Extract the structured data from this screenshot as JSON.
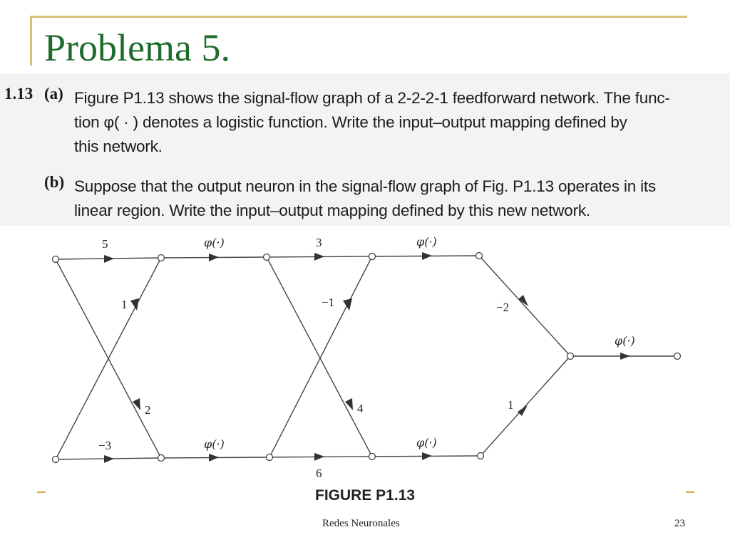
{
  "slide": {
    "title": "Problema 5.",
    "footer_left": "Redes Neuronales",
    "page_number": "23"
  },
  "problem": {
    "number": "1.13",
    "part_a_marker": "(a)",
    "part_a_lines": [
      "Figure P1.13 shows the signal-flow graph of a 2-2-2-1 feedforward network. The func-",
      "tion φ( · ) denotes a logistic function. Write the input–output mapping defined by",
      "this network."
    ],
    "part_b_marker": "(b)",
    "part_b_lines": [
      "Suppose that the output neuron in the signal-flow graph of Fig. P1.13 operates in its",
      "linear region. Write the input–output mapping defined by this new network."
    ]
  },
  "figure": {
    "caption": "FIGURE P1.13",
    "weights": {
      "w_in1_h1": "5",
      "w_in2_h1": "1",
      "w_in1_h2": "2",
      "w_in2_h2": "−3",
      "w_h1_h3": "3",
      "w_h2_h3": "−1",
      "w_h1_h4": "4",
      "w_h2_h4": "6",
      "w_h3_out": "−2",
      "w_h4_out": "1"
    },
    "activation_label": "φ(·)"
  }
}
